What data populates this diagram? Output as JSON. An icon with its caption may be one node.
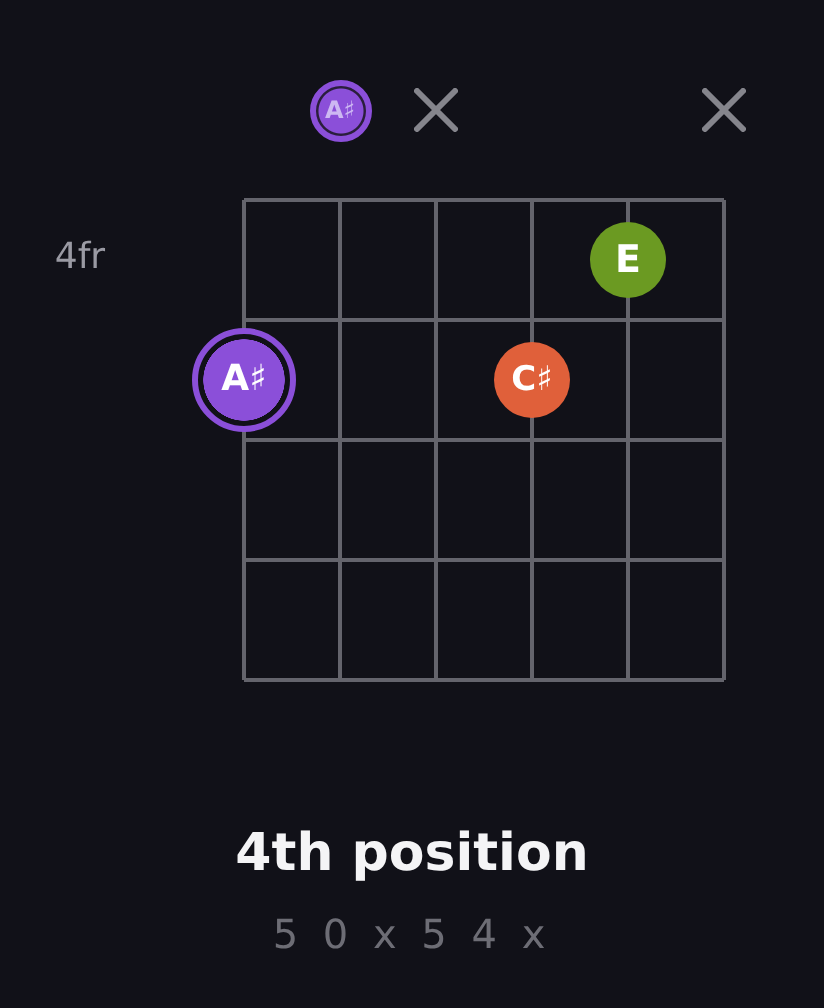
{
  "diagram": {
    "caption": "4th position",
    "nodes": [
      {
        "text": [
          "A♯"
        ]
      },
      {
        "text": [
          "E"
        ]
      },
      {
        "text": [
          "A♯"
        ]
      },
      {
        "text": [
          "C♯"
        ]
      }
    ],
    "labels": [
      "4fr",
      "5 0 x 5 4 x"
    ]
  }
}
